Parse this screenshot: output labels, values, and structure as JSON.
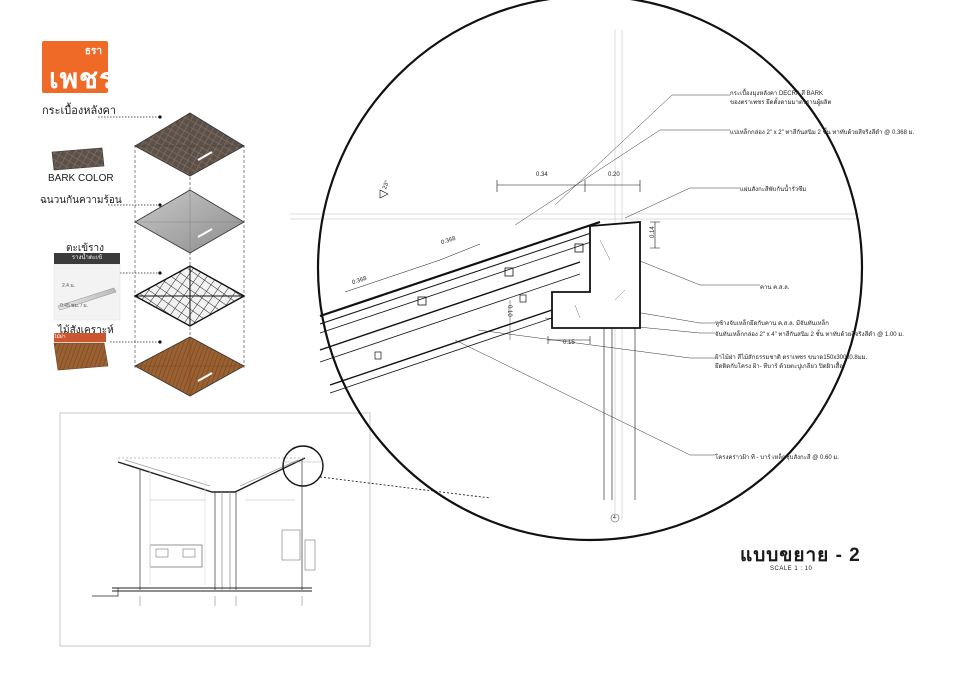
{
  "brand": {
    "logo_small": "ธรา",
    "logo_big": "เพชร",
    "color": "#ef6a26"
  },
  "layers": {
    "title": "กระเบื้องหลังคา",
    "color_label": "BARK COLOR",
    "insulation": "ฉนวนกันความร้อน",
    "gutter_title": "ตะเข้ราง",
    "gutter_bar": "รางน้ำตะเข้",
    "gutter_dim1": "2.4 ม.",
    "gutter_dim2": "0.45 ซม. / ม.",
    "fascia_title": "ไม้สังเคราะห์",
    "fascia_bar": "ไม้ฝา"
  },
  "detail": {
    "dims": {
      "d034": "0.34",
      "d020": "0.20",
      "d014": "0.14",
      "d0368a": "0.368",
      "d0368b": "0.368",
      "d015": "0.15",
      "d010": "0.10",
      "angle": "23°"
    },
    "notes": {
      "n1a": "กระเบื้องมุงหลังคา DECRA  สี BARK",
      "n1b": "ของตราเพชร ยึดตั้งตามมาตรฐานผู้ผลิต",
      "n2": "แปเหล็กกล่อง 2\" x 2\" ทาสีกันสนิม 2 ชั้น ทาทับด้วยสีจริงสีดำ @ 0.368 ม.",
      "n3": "แผ่นสังกะสีพับกันน้ำรั่วซึม",
      "n4": "คาน ค.ส.ล.",
      "n5": "หูช้างจับเหล็กยึดกับคาน ค.ส.ล. มีจันทันเหล็ก",
      "n6": "จันทันเหล็กกล่อง 2\" x 4\" ทาสีกันสนิม 2 ชั้น ทาทับด้วยสีจริงสีดำ @ 1.00 ม.",
      "n7a": "ฝ้าไม้ฝา สีไม้สักธรรมชาติ ตราเพชร ขนาด150x300x0.8มม.",
      "n7b": "ยึดติดกับโครง ฝ้า- ทีบาร์ ด้วยตะปูเกลียว ปิดผิวเสื้อ",
      "n8": "โครงคร่าวฝ้า ที - บาร์ เหล็กชุบสังกะสี @ 0.60 ม.",
      "grid": "4"
    }
  },
  "title_block": {
    "title": "แบบขยาย - 2",
    "scale": "SCALE  1 : 10"
  }
}
